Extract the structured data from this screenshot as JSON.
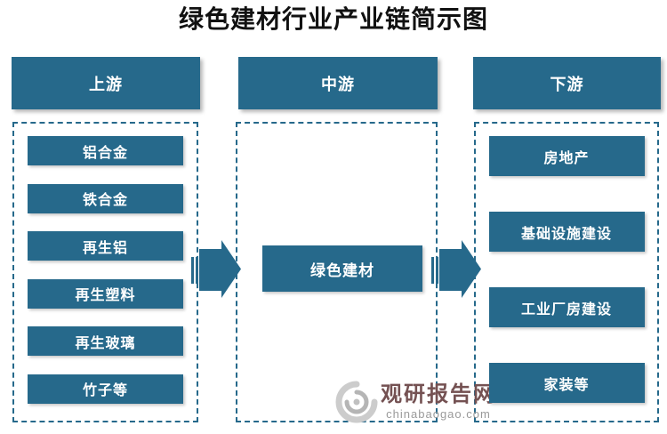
{
  "title": "绿色建材行业产业链简示图",
  "columns": {
    "upstream": {
      "header": "上游",
      "items": [
        "铝合金",
        "铁合金",
        "再生铝",
        "再生塑料",
        "再生玻璃",
        "竹子等"
      ]
    },
    "midstream": {
      "header": "中游",
      "item": "绿色建材"
    },
    "downstream": {
      "header": "下游",
      "items": [
        "房地产",
        "基础设施建设",
        "工业厂房建设",
        "家装等"
      ]
    }
  },
  "watermark": {
    "site_name": "观研报告网",
    "site_url": "chinabaogao.com"
  },
  "colors": {
    "box_teal": "#26698B",
    "watermark_red": "#745152",
    "watermark_gray": "#9a9a9a"
  }
}
